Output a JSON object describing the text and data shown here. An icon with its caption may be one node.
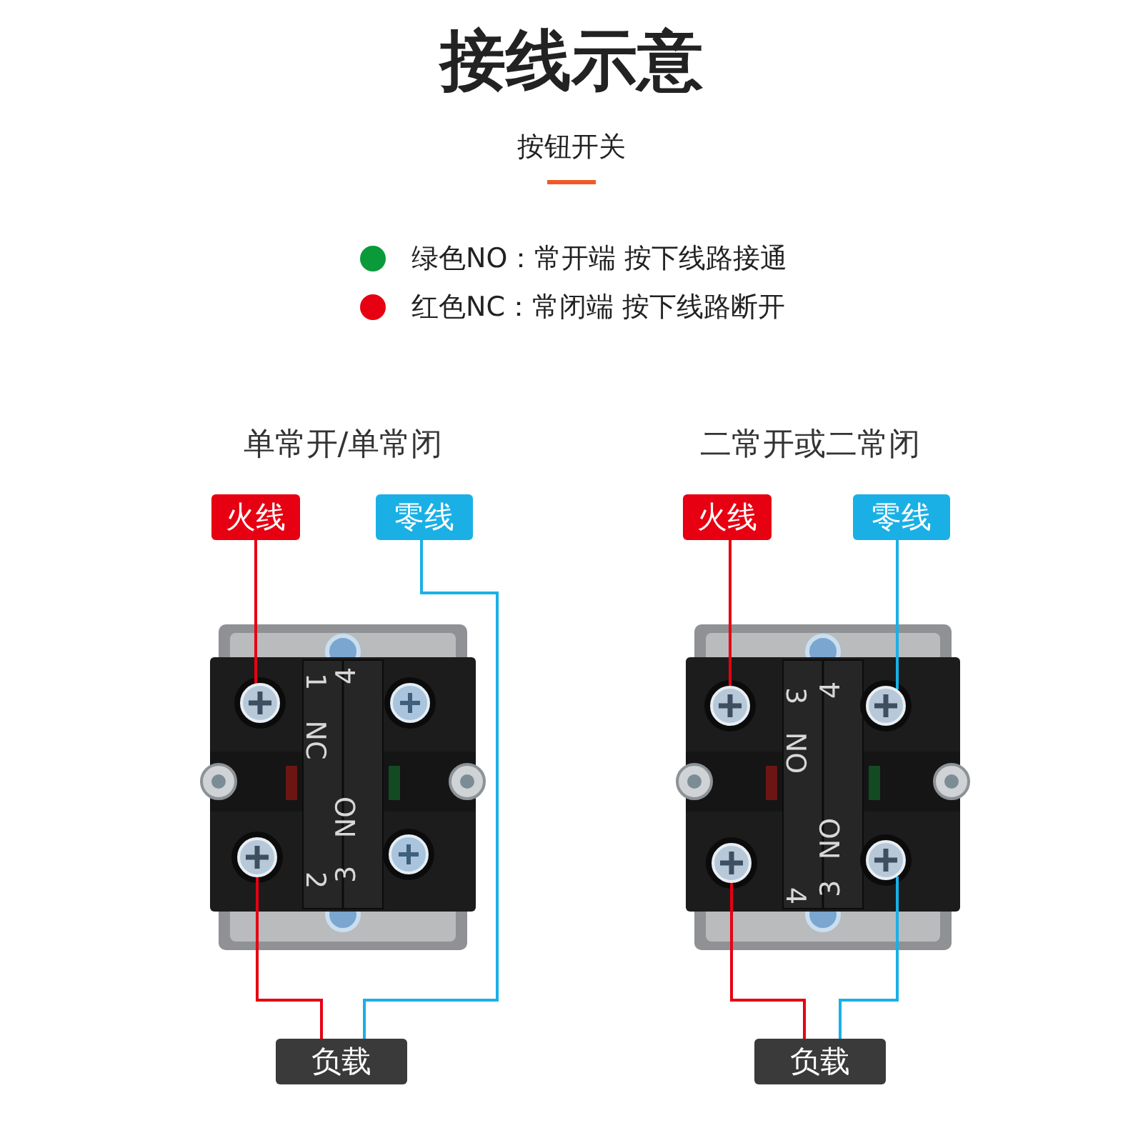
{
  "diagram": {
    "title": "接线示意",
    "nodes": [
      {
        "text": [
          "火线"
        ]
      },
      {
        "text": [
          "零线"
        ]
      },
      {
        "text": [],
        "shape": "circle"
      },
      {
        "text": [],
        "shape": "circle"
      },
      {
        "text": [
          "负载"
        ]
      },
      {
        "text": [
          "火线"
        ]
      },
      {
        "text": [
          "零线"
        ]
      },
      {
        "text": [],
        "shape": "circle"
      },
      {
        "text": [],
        "shape": "circle"
      },
      {
        "text": [],
        "shape": "circle"
      },
      {
        "text": [],
        "shape": "circle"
      },
      {
        "text": [
          "负载"
        ]
      }
    ],
    "edges": [
      {
        "from": 0,
        "to": 2,
        "arrow": "none",
        "color": "#e60012"
      },
      {
        "from": 3,
        "to": 4,
        "arrow": "none",
        "color": "#e60012"
      },
      {
        "from": 1,
        "to": 4,
        "arrow": "none",
        "color": "#1ab0e6"
      },
      {
        "from": 5,
        "to": 7,
        "arrow": "none",
        "color": "#e60012"
      },
      {
        "from": 9,
        "to": 11,
        "arrow": "none",
        "color": "#e60012"
      },
      {
        "from": 6,
        "to": 8,
        "arrow": "none",
        "color": "#1ab0e6"
      },
      {
        "from": 10,
        "to": 11,
        "arrow": "none",
        "color": "#1ab0e6"
      }
    ],
    "labels": [
      "按钮开关",
      "单常开/单常闭",
      "二常开或二常闭",
      "1",
      "NC",
      "2",
      "4",
      "NO",
      "3",
      "3",
      "NO",
      "4",
      "4",
      "NO",
      "3"
    ],
    "legend": [
      {
        "text": "绿色NO：常开端 按下线路接通",
        "color": "#0a9a3a"
      },
      {
        "text": "红色NC：常闭端 按下线路断开",
        "color": "#e60012"
      }
    ]
  }
}
